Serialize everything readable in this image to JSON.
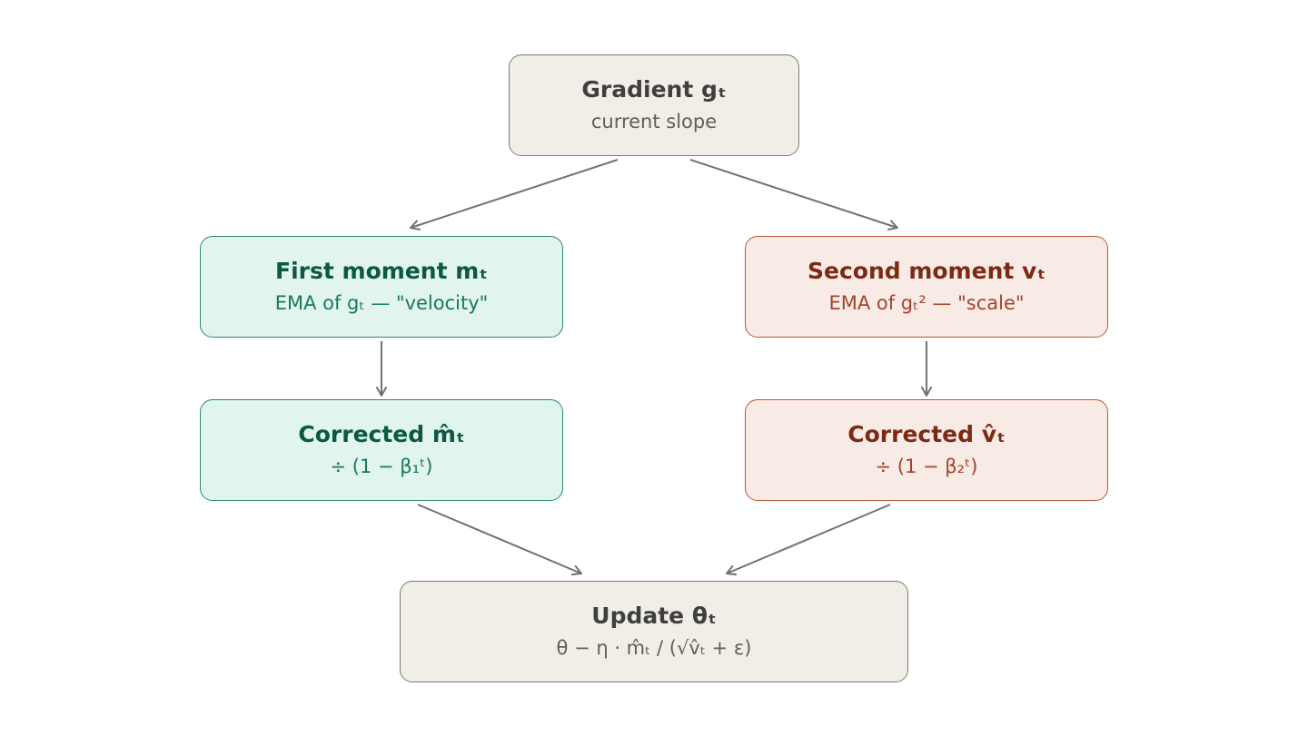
{
  "nodes": {
    "gradient": {
      "title": "Gradient gₜ",
      "subtitle": "current slope"
    },
    "first_moment": {
      "title": "First moment mₜ",
      "subtitle": "EMA of gₜ — \"velocity\""
    },
    "second_moment": {
      "title": "Second moment vₜ",
      "subtitle": "EMA of gₜ² — \"scale\""
    },
    "corrected_m": {
      "title": "Corrected m̂ₜ",
      "subtitle": "÷ (1 − β₁ᵗ)"
    },
    "corrected_v": {
      "title": "Corrected v̂ₜ",
      "subtitle": "÷ (1 − β₂ᵗ)"
    },
    "update": {
      "title": "Update θₜ",
      "subtitle": "θ − η · m̂ₜ / (√v̂ₜ + ε)"
    }
  },
  "colors": {
    "neutral_fill": "#f1eee8",
    "green_fill": "#e1f4ed",
    "red_fill": "#f8ebe6",
    "arrow": "#737270"
  }
}
